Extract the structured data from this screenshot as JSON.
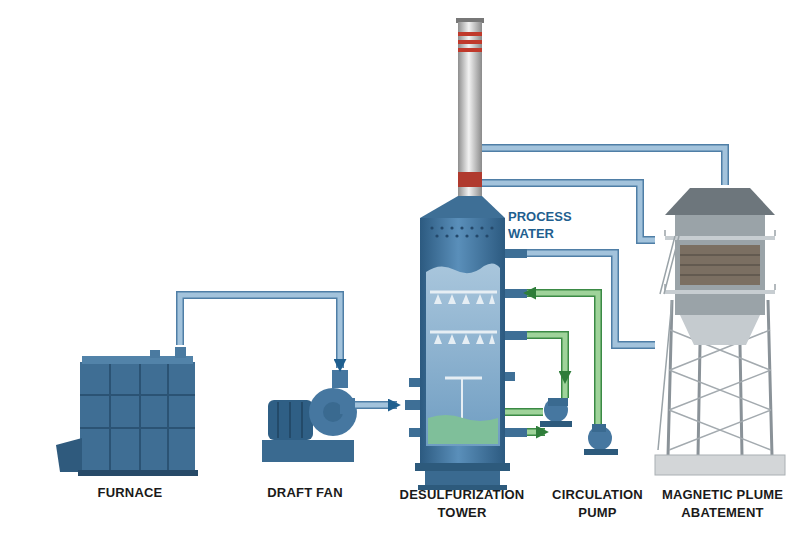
{
  "diagram": {
    "nodes": [
      {
        "text": [
          "FURNACE"
        ]
      },
      {
        "text": [
          "DRAFT FAN"
        ]
      },
      {
        "text": [
          "DESULFURIZATION TOWER"
        ]
      },
      {
        "text": [
          "CIRCULATION PUMP"
        ]
      },
      {
        "text": [
          "MAGNETIC PLUME ABATEMENT"
        ]
      }
    ],
    "edges": [
      {
        "from": 0,
        "to": 1,
        "arrow": "to"
      },
      {
        "from": 1,
        "to": 2,
        "arrow": "to"
      },
      {
        "from": 3,
        "to": 2,
        "arrow": "to"
      },
      {
        "from": 2,
        "to": 3,
        "arrow": "to"
      },
      {
        "from": 2,
        "to": 3,
        "arrow": "to"
      },
      {
        "from": 2,
        "to": 4,
        "arrow": "none"
      },
      {
        "from": 2,
        "to": 4,
        "arrow": "none"
      },
      {
        "from": 2,
        "to": 4,
        "arrow": "none"
      }
    ],
    "labels": [
      "PROCESS WATER"
    ]
  }
}
